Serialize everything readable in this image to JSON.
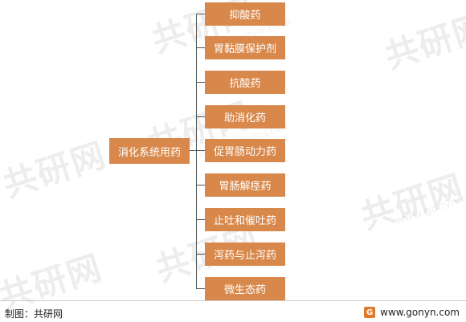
{
  "root": {
    "label": "消化系统用药"
  },
  "children": [
    {
      "label": "抑酸药"
    },
    {
      "label": "胃黏膜保护剂"
    },
    {
      "label": "抗酸药"
    },
    {
      "label": "助消化药"
    },
    {
      "label": "促胃肠动力药"
    },
    {
      "label": "胃肠解痉药"
    },
    {
      "label": "止吐和催吐药"
    },
    {
      "label": "泻药与止泻药"
    },
    {
      "label": "微生态药"
    }
  ],
  "watermark": {
    "text": "共研网",
    "url": "www.gonyn.com"
  },
  "footer": {
    "left": "制图：共研网",
    "right": "www.gonyn.com"
  },
  "colors": {
    "box": "#d8884a",
    "line": "#555555"
  }
}
